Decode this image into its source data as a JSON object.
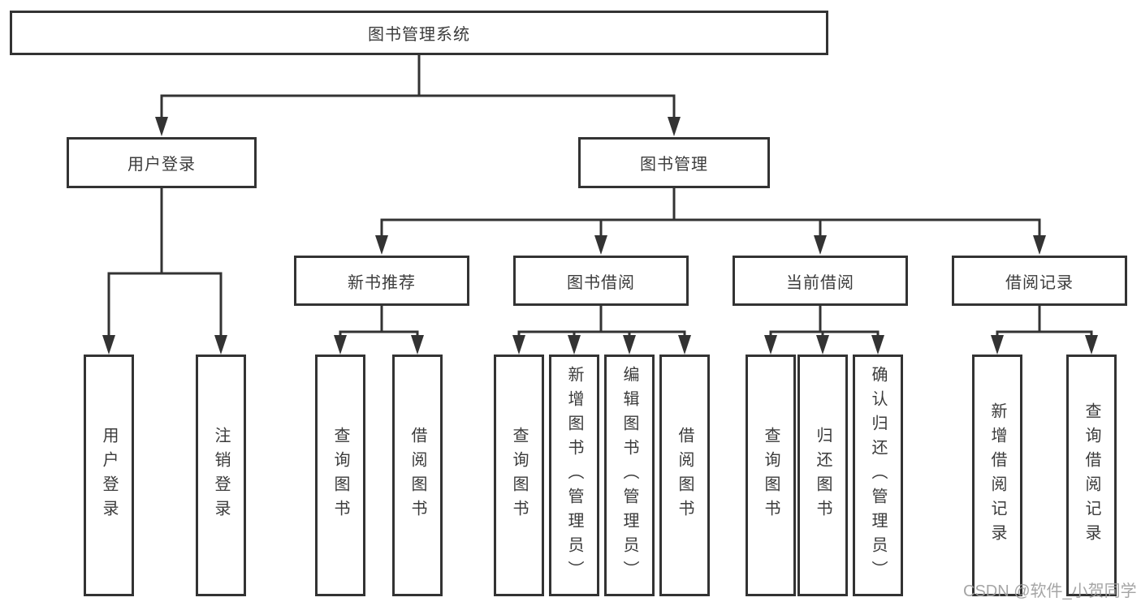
{
  "tree": {
    "root": {
      "label": "图书管理系统"
    },
    "branches": [
      {
        "label": "用户登录",
        "children": [
          {
            "label": "用户登录"
          },
          {
            "label": "注销登录"
          }
        ]
      },
      {
        "label": "图书管理",
        "children": [
          {
            "label": "新书推荐",
            "children": [
              {
                "label": "查询图书"
              },
              {
                "label": "借阅图书"
              }
            ]
          },
          {
            "label": "图书借阅",
            "children": [
              {
                "label": "查询图书"
              },
              {
                "label": "新增图书（管理员）"
              },
              {
                "label": "编辑图书（管理员）"
              },
              {
                "label": "借阅图书"
              }
            ]
          },
          {
            "label": "当前借阅",
            "children": [
              {
                "label": "查询图书"
              },
              {
                "label": "归还图书"
              },
              {
                "label": "确认归还（管理员）"
              }
            ]
          },
          {
            "label": "借阅记录",
            "children": [
              {
                "label": "新增借阅记录"
              },
              {
                "label": "查询借阅记录"
              }
            ]
          }
        ]
      }
    ]
  },
  "watermark": "CSDN @软件_小贺同学",
  "colors": {
    "line": "#333333",
    "text": "#3b3b3b",
    "background": "#ffffff",
    "watermark": "#9e9e9e"
  }
}
